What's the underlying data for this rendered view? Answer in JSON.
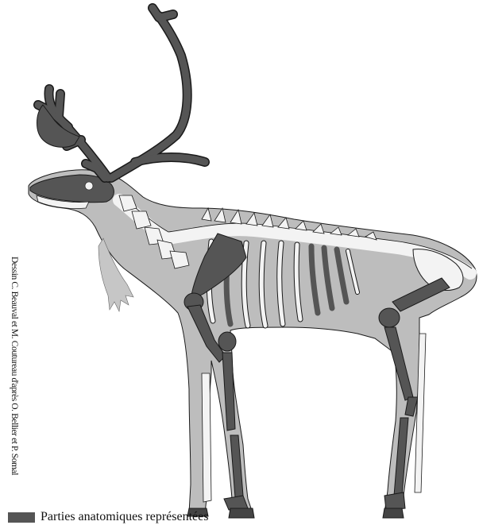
{
  "figure": {
    "subject": "reindeer-skeleton",
    "colors": {
      "body_silhouette": "#bdbdbd",
      "skeleton": "#f3f3f3",
      "represented_parts": "#555555",
      "outline": "#1a1a1a"
    }
  },
  "credit": {
    "text": "Dessin C. Beauval et M. Coutureau d'après O. Bellier et P. Somal"
  },
  "legend": {
    "label": "Parties anatomiques représentées",
    "swatch_color": "#555555"
  }
}
